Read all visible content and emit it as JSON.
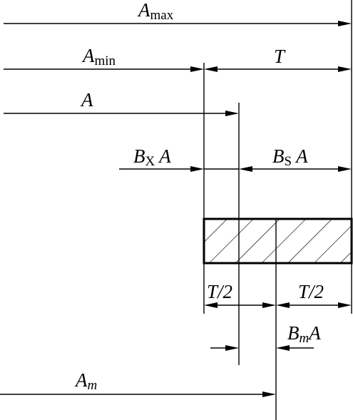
{
  "labels": {
    "a_max": {
      "main": "A",
      "sub": "max"
    },
    "a_min": {
      "main": "A",
      "sub": "min"
    },
    "t": "T",
    "a": "A",
    "bx_a": {
      "b": "B",
      "sub": "X",
      "a": "A"
    },
    "bs_a": {
      "b": "B",
      "sub": "S",
      "a": "A"
    },
    "t_half_left": "T/2",
    "t_half_right": "T/2",
    "bm_a": {
      "b": "B",
      "sub": "m",
      "a": "A"
    },
    "a_m": {
      "main": "A",
      "sub": "m"
    }
  }
}
